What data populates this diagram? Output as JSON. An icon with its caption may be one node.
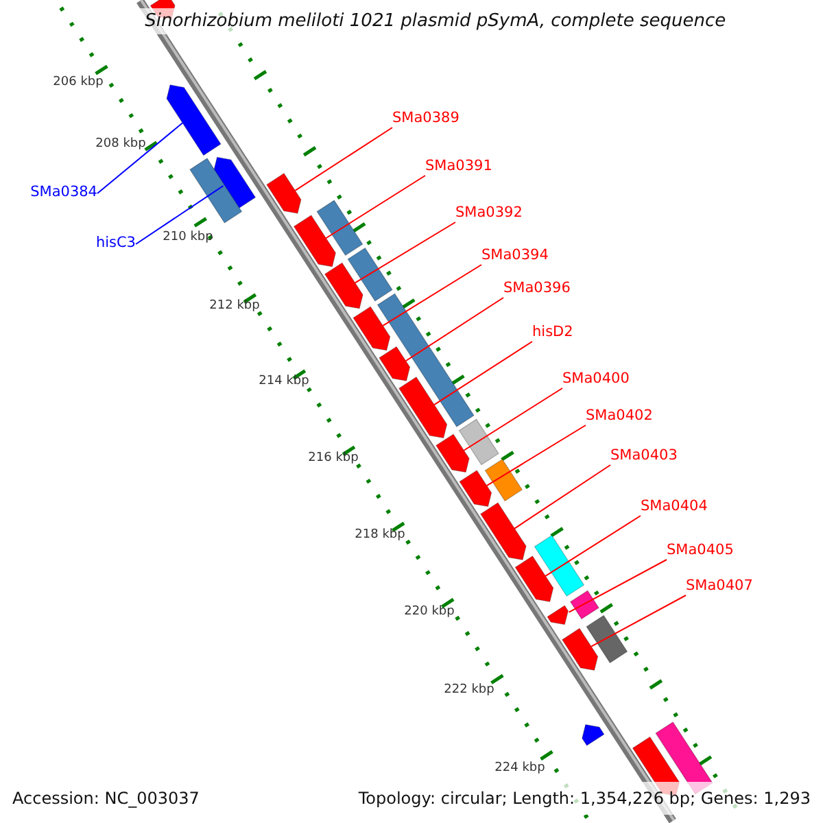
{
  "diagram": {
    "title": "Sinorhizobium meliloti 1021 plasmid pSymA, complete sequence",
    "nodes": [
      {
        "text": [
          "SMa0389"
        ]
      },
      {
        "text": [
          "SMa0391"
        ]
      },
      {
        "text": [
          "SMa0384"
        ]
      },
      {
        "text": [
          "SMa0392"
        ]
      },
      {
        "text": [
          "hisC3"
        ]
      },
      {
        "text": [
          "SMa0394"
        ]
      },
      {
        "text": [
          "SMa0396"
        ]
      },
      {
        "text": [
          "hisD2"
        ]
      },
      {
        "text": [
          "SMa0400"
        ]
      },
      {
        "text": [
          "SMa0402"
        ]
      },
      {
        "text": [
          "SMa0403"
        ]
      },
      {
        "text": [
          "SMa0404"
        ]
      },
      {
        "text": [
          "SMa0405"
        ]
      },
      {
        "text": [
          "SMa0407"
        ]
      },
      {
        "text": [],
        "shape": "arrow"
      },
      {
        "text": [],
        "shape": "arrow"
      },
      {
        "text": [],
        "shape": "arrow"
      },
      {
        "text": [],
        "shape": "box"
      },
      {
        "text": [],
        "shape": "arrow"
      },
      {
        "text": [],
        "shape": "box"
      },
      {
        "text": [],
        "shape": "arrow"
      },
      {
        "text": [],
        "shape": "box"
      },
      {
        "text": [],
        "shape": "arrow"
      },
      {
        "text": [],
        "shape": "arrow"
      },
      {
        "text": [],
        "shape": "arrow"
      },
      {
        "text": [],
        "shape": "box"
      },
      {
        "text": [],
        "shape": "arrow"
      },
      {
        "text": [],
        "shape": "box"
      },
      {
        "text": [],
        "shape": "arrow"
      },
      {
        "text": [],
        "shape": "box"
      },
      {
        "text": [],
        "shape": "arrow"
      },
      {
        "text": [],
        "shape": "arrow"
      },
      {
        "text": [],
        "shape": "box"
      },
      {
        "text": [],
        "shape": "arrow"
      },
      {
        "text": [],
        "shape": "box"
      },
      {
        "text": [],
        "shape": "arrow"
      },
      {
        "text": [],
        "shape": "box"
      },
      {
        "text": [],
        "shape": "arrow"
      },
      {
        "text": [],
        "shape": "arrow"
      },
      {
        "text": [],
        "shape": "box"
      },
      {
        "text": [],
        "shape": "arrow"
      }
    ],
    "edges": [
      {
        "from": 0,
        "to": 18,
        "arrow": "none"
      },
      {
        "from": 1,
        "to": 20,
        "arrow": "none"
      },
      {
        "from": 2,
        "to": 15,
        "arrow": "none",
        "color": "#0000ff"
      },
      {
        "from": 3,
        "to": 22,
        "arrow": "none"
      },
      {
        "from": 4,
        "to": 16,
        "arrow": "none",
        "color": "#0000ff"
      },
      {
        "from": 5,
        "to": 23,
        "arrow": "none"
      },
      {
        "from": 6,
        "to": 24,
        "arrow": "none"
      },
      {
        "from": 7,
        "to": 26,
        "arrow": "none"
      },
      {
        "from": 8,
        "to": 28,
        "arrow": "none"
      },
      {
        "from": 9,
        "to": 30,
        "arrow": "none"
      },
      {
        "from": 10,
        "to": 31,
        "arrow": "none"
      },
      {
        "from": 11,
        "to": 33,
        "arrow": "none"
      },
      {
        "from": 12,
        "to": 35,
        "arrow": "none"
      },
      {
        "from": 13,
        "to": 37,
        "arrow": "none"
      }
    ],
    "labels": [
      "206 kbp",
      "208 kbp",
      "210 kbp",
      "212 kbp",
      "214 kbp",
      "216 kbp",
      "218 kbp",
      "220 kbp",
      "222 kbp",
      "224 kbp",
      "Accession: NC_003037",
      "Topology: circular; Length: 1,354,226 bp; Genes: 1,293"
    ]
  }
}
